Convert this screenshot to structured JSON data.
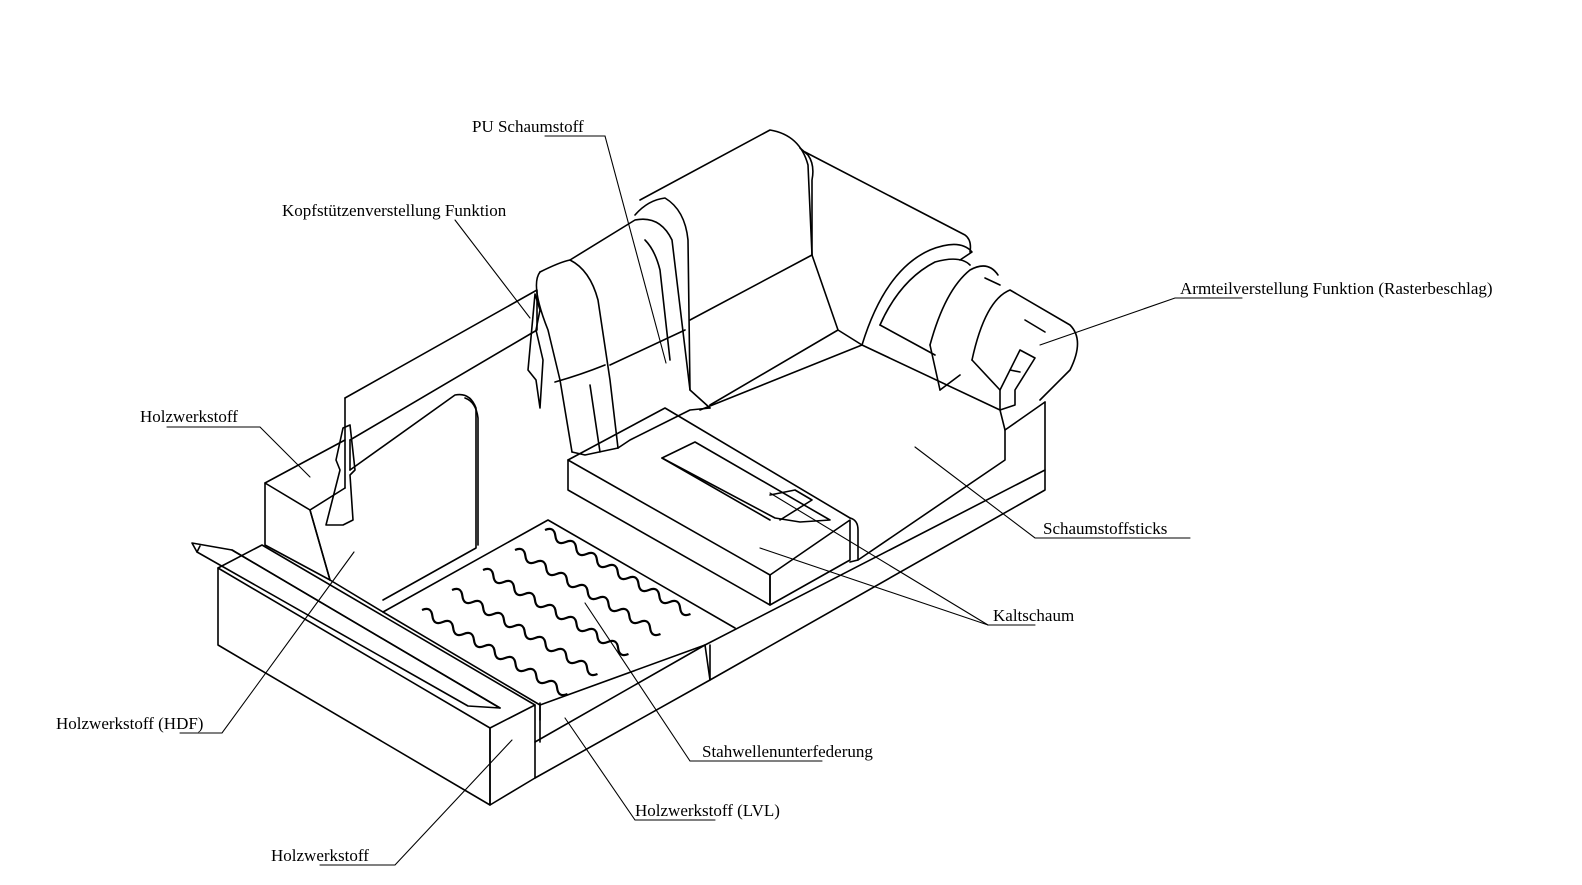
{
  "diagram": {
    "labels": {
      "pu_schaumstoff": "PU Schaumstoff",
      "kopfstuetze": "Kopfstützenverstellung Funktion",
      "armteil": "Armteilverstellung Funktion (Rasterbeschlag)",
      "holzwerkstoff_top": "Holzwerkstoff",
      "schaumstoffsticks": "Schaumstoffsticks",
      "kaltschaum": "Kaltschaum",
      "holzwerkstoff_hdf": "Holzwerkstoff (HDF)",
      "stahlwellen": "Stahwellenunterfederung",
      "holzwerkstoff_lvl": "Holzwerkstoff (LVL)",
      "holzwerkstoff_bottom": "Holzwerkstoff"
    }
  }
}
